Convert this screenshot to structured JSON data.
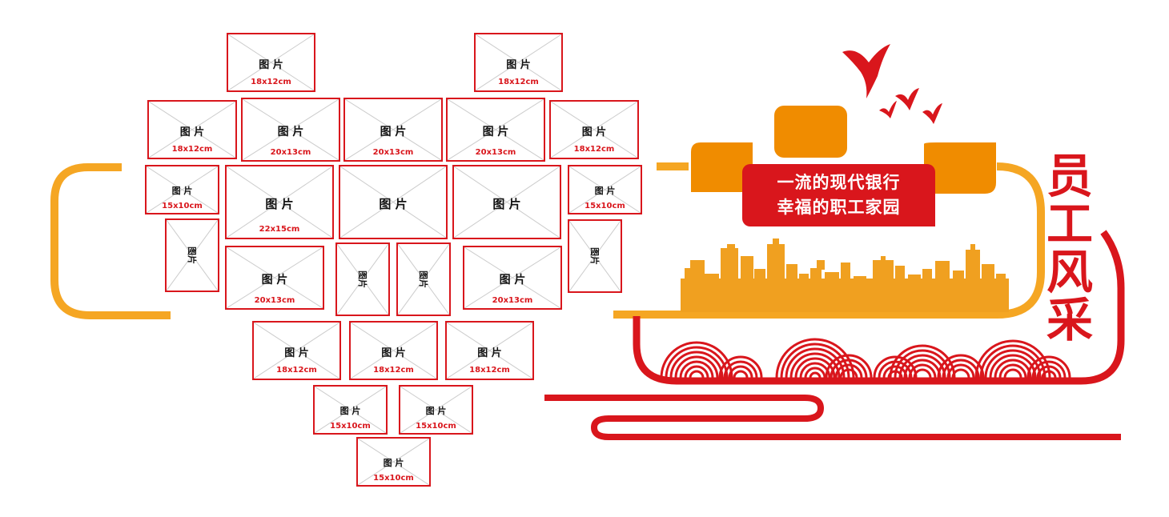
{
  "colors": {
    "red": "#d9161c",
    "orange": "#f08c00",
    "light_orange": "#f5a623",
    "skyline": "#f0a020"
  },
  "photo_label": "图  片",
  "photo_label_vertical": "图片",
  "sizes": {
    "s18x12": "18x12cm",
    "s20x13": "20x13cm",
    "s22x15": "22x15cm",
    "s15x10": "15x10cm"
  },
  "slogan": {
    "line1": "一流的现代银行",
    "line2": "幸福的职工家园"
  },
  "title_chars": [
    "员",
    "工",
    "风",
    "采"
  ]
}
